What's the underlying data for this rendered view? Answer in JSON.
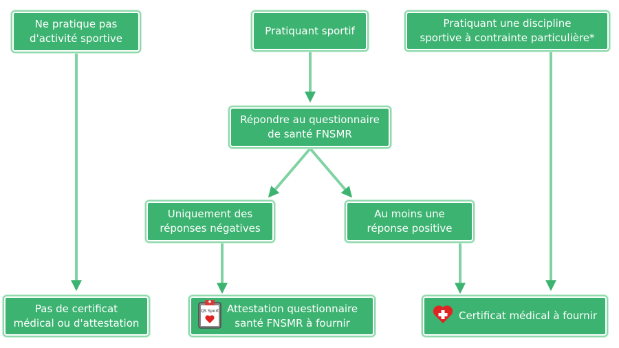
{
  "colors": {
    "box_fill": "#3cb371",
    "box_border": "#8fd9ac",
    "arrow": "#3cb371",
    "arrow_light": "#7fd3a2",
    "heart": "#e02424"
  },
  "nodes": {
    "no_sport": {
      "line1": "Ne pratique pas",
      "line2": "d'activité sportive"
    },
    "sport": {
      "line1": "Pratiquant sportif"
    },
    "special": {
      "line1": "Pratiquant une discipline",
      "line2": "sportive à contrainte particulière*"
    },
    "questionnaire": {
      "line1": "Répondre au questionnaire",
      "line2": "de santé FNSMR"
    },
    "negative": {
      "line1": "Uniquement des",
      "line2": "réponses négatives"
    },
    "positive": {
      "line1": "Au moins une",
      "line2": "réponse positive"
    },
    "no_certificate": {
      "line1": "Pas de certificat",
      "line2": "médical ou d'attestation"
    },
    "attestation": {
      "line1": "Attestation questionnaire",
      "line2": "santé FNSMR à fournir",
      "icon": "clipboard-heart-icon",
      "icon_label": "QS Sport"
    },
    "certificate": {
      "line1": "Certificat médical à fournir",
      "icon": "heart-cross-icon"
    }
  }
}
